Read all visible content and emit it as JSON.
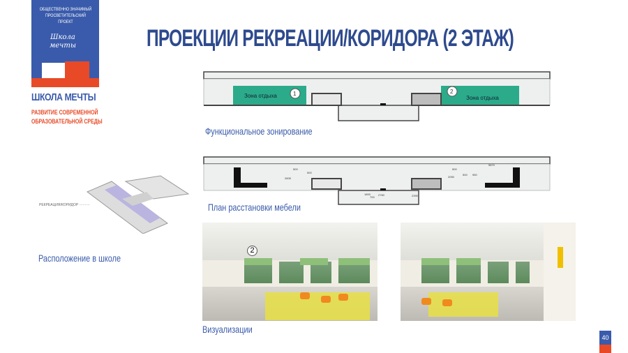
{
  "logo": {
    "tagline": "ОБЩЕСТВЕННО ЗНАЧИМЫЙ ПРОСВЕТИТЕЛЬСКИЙ ПРОЕКТ",
    "script_text": "Школа мечты",
    "name": "ШКОЛА МЕЧТЫ",
    "subtitle_line1": "РАЗВИТИЕ СОВРЕМЕННОЙ",
    "subtitle_line2": "ОБРАЗОВАТЕЛЬНОЙ СРЕДЫ"
  },
  "title": "ПРОЕКЦИИ РЕКРЕАЦИИ/КОРИДОРА (2 ЭТАЖ)",
  "zoning": {
    "caption": "Функциональное зонирование",
    "zone1_label": "Зона отдыха",
    "zone1_num": "1",
    "zone2_label": "Зона отдыха",
    "zone2_num": "2"
  },
  "furniture": {
    "caption": "План расстановки мебели",
    "dims": [
      "500",
      "2605",
      "500",
      "500",
      "2050",
      "500",
      "950",
      "5870",
      "1800",
      "700",
      "2760",
      "2390"
    ]
  },
  "location": {
    "caption": "Расположение в школе",
    "pointer_label": "РЕКРЕАЦИЯ/КОРИДОР"
  },
  "visualizations": {
    "caption": "Визуализации",
    "marker": "2"
  },
  "page_number": "40",
  "colors": {
    "brand_blue": "#3a5bab",
    "brand_red": "#e84a27",
    "zone_green": "#2bab8a"
  }
}
